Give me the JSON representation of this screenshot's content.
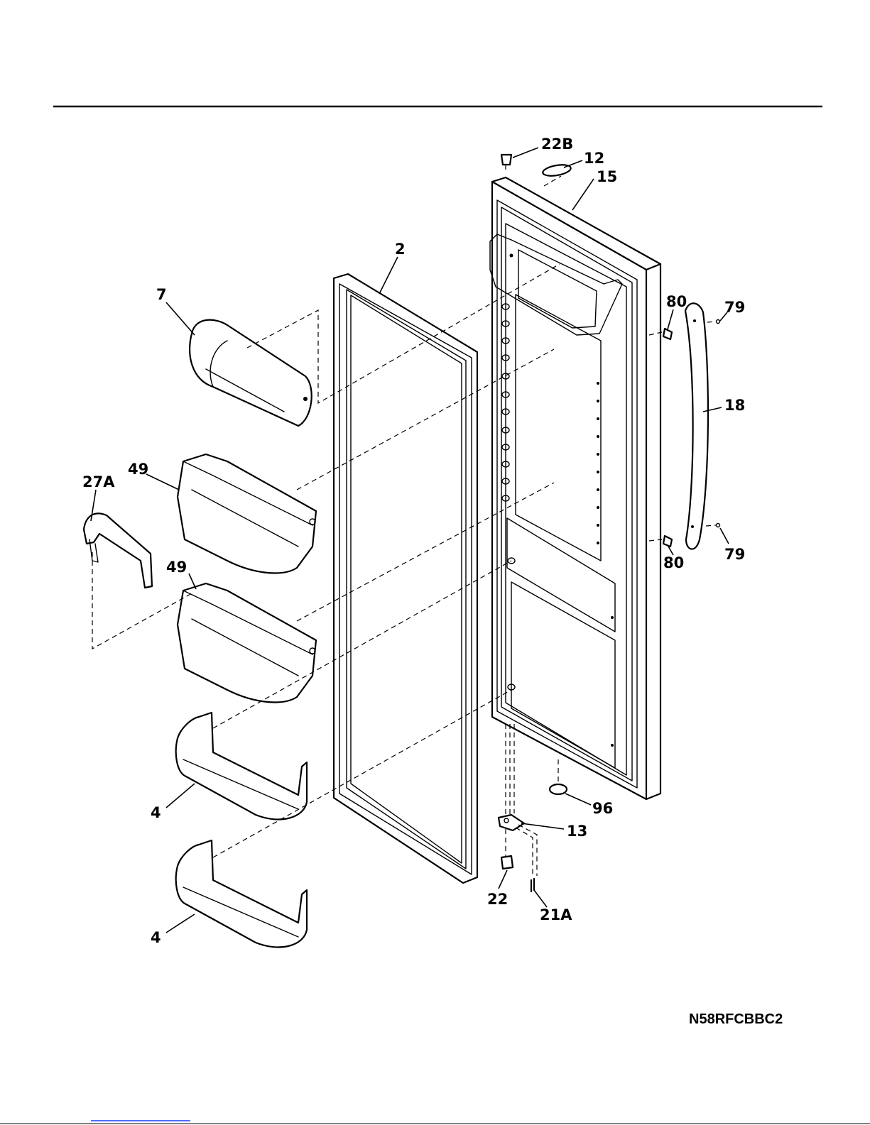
{
  "diagram_code": "N58RFCBBC2",
  "labels": {
    "p22B": "22B",
    "p12": "12",
    "p15": "15",
    "p2": "2",
    "p7": "7",
    "p80_top": "80",
    "p79_top": "79",
    "p18": "18",
    "p49_top": "49",
    "p27A": "27A",
    "p49_bottom": "49",
    "p80_bottom": "80",
    "p79_bottom": "79",
    "p4_top": "4",
    "p96": "96",
    "p13": "13",
    "p22": "22",
    "p21A": "21A",
    "p4_bottom": "4"
  }
}
